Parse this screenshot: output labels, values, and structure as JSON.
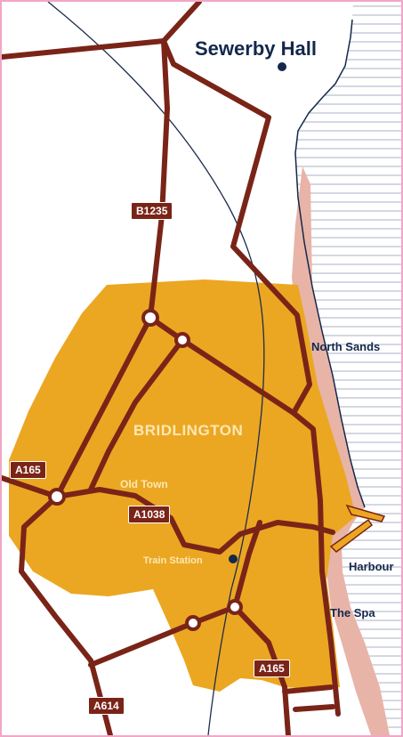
{
  "map": {
    "title": "Sewerby Hall",
    "town": "BRIDLINGTON",
    "places": {
      "north_sands": "North Sands",
      "harbour": "Harbour",
      "the_spa": "The Spa",
      "old_town": "Old Town",
      "train_station": "Train Station"
    },
    "roads": {
      "b1235": "B1235",
      "a165_west": "A165",
      "a1038": "A1038",
      "a165_south": "A165",
      "a614": "A614"
    },
    "colors": {
      "town_area": "#eba722",
      "road": "#7a2418",
      "beach": "#e8b4a8",
      "sea_lines": "#a9b1c4",
      "rail": "#1c2c4c",
      "frame": "#f2a6c8",
      "poi_dot": "#14284b"
    }
  }
}
